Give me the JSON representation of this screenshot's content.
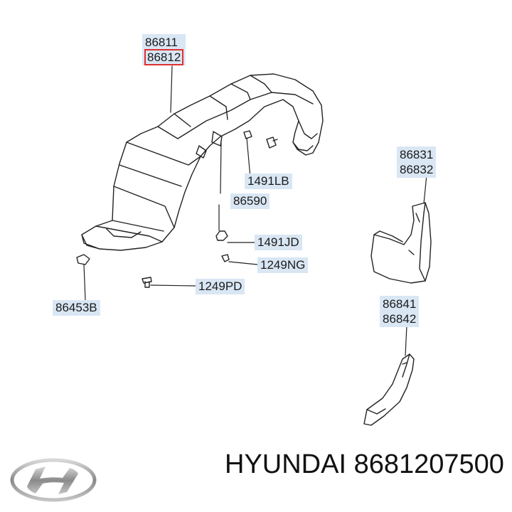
{
  "parts": {
    "fender_liner": {
      "code_a": "86811",
      "code_b": "86812"
    },
    "screw_top": "1491LB",
    "clip_86590": "86590",
    "clip_1491jd": "1491JD",
    "bolt_1249ng": "1249NG",
    "bolt_1249pd": "1249PD",
    "nut_86453b": "86453B",
    "mudguard_upper": {
      "code_a": "86831",
      "code_b": "86832"
    },
    "mudguard_lower": {
      "code_a": "86841",
      "code_b": "86842"
    }
  },
  "footer": {
    "brand_text": "HYUNDAI 8681207500",
    "logo_icon": "hyundai-logo-icon"
  },
  "colors": {
    "label_bg": "#d9e6f4",
    "highlight": "#e03030",
    "line": "#222222"
  }
}
